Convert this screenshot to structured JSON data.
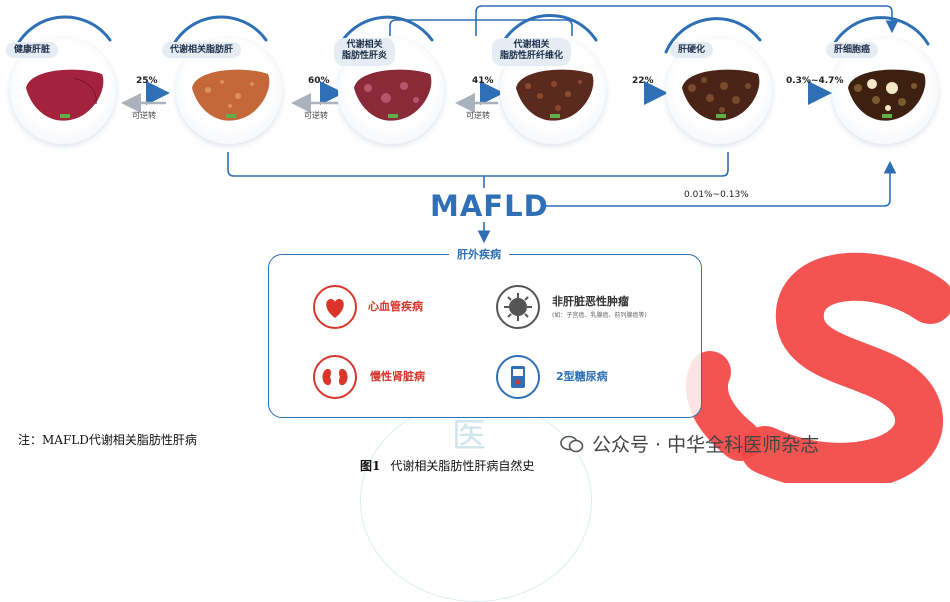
{
  "stages": [
    {
      "label": "健康肝脏"
    },
    {
      "label": "代谢相关脂肪肝"
    },
    {
      "label_line1": "代谢相关",
      "label_line2": "脂肪性肝炎"
    },
    {
      "label_line1": "代谢相关",
      "label_line2": "脂肪性肝纤维化"
    },
    {
      "label": "肝硬化"
    },
    {
      "label": "肝细胞癌"
    }
  ],
  "transitions": {
    "t1": "25%",
    "t2": "60%",
    "t3": "41%",
    "t4": "22%",
    "t5": "0.3%~4.7%",
    "reversible": "可逆转",
    "mafld_to_hcc": "0.01%~0.13%"
  },
  "center_title": "MAFLD",
  "extrahepatic": {
    "title": "肝外疾病",
    "items": [
      {
        "label": "心血管疾病",
        "icon": "heart-icon"
      },
      {
        "label": "非肝脏恶性肿瘤",
        "note": "(如：子宫癌、乳腺癌、前列腺癌等)",
        "icon": "tumor-icon"
      },
      {
        "label": "慢性肾脏病",
        "icon": "kidney-icon"
      },
      {
        "label": "2型糖尿病",
        "icon": "glucose-meter-icon"
      }
    ]
  },
  "footnote": "注：MAFLD代谢相关脂肪性肝病",
  "caption": {
    "fig": "图1",
    "text": "代谢相关脂肪性肝病自然史"
  },
  "watermark": {
    "wechat": "公众号 · 中华全科医师杂志",
    "seal_char": "医"
  },
  "colors": {
    "brand_blue": "#2e6fb5",
    "arrow_blue": "#3c8ad8",
    "label_bg": "#e6ecf3",
    "red_accent": "#d9352b",
    "watermark_red": "#f24a48"
  }
}
